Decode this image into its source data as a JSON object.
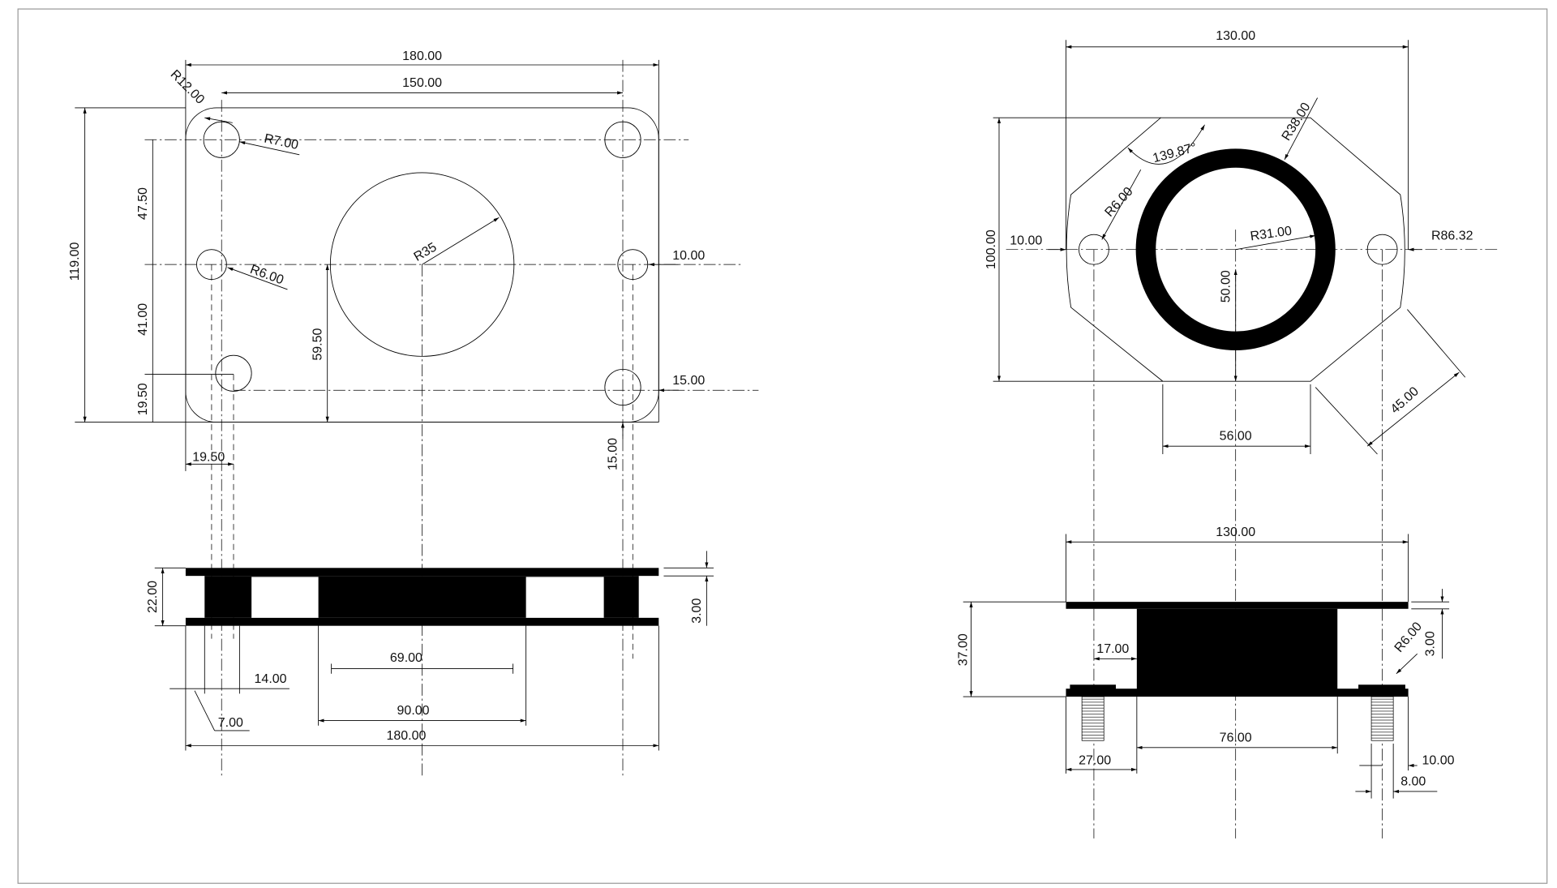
{
  "colors": {
    "line": "#000000",
    "frame": "#999999",
    "background": "#ffffff"
  },
  "left_part": {
    "top_view": {
      "overall_width": "180.00",
      "hole_spacing": "150.00",
      "corner_radius": "R12.00",
      "corner_hole_radius": "R7.00",
      "side_hole_radius": "R6.00",
      "center_hole_radius": "R35",
      "overall_height": "119.00",
      "dim_upper": "47.50",
      "dim_middle": "41.00",
      "dim_lower": "19.50",
      "center_height": "59.50",
      "right_hole_offset": "10.00",
      "bottom_hole_offset": "15.00",
      "bottom_hole_vertical": "15.00",
      "left_hole_offset": "19.50"
    },
    "side_view": {
      "thickness": "22.00",
      "flange_thickness": "3.00",
      "inner_window_span": "69.00",
      "outer_window_span": "90.00",
      "overall_width": "180.00",
      "dim_14": "14.00",
      "dim_7": "7.00"
    }
  },
  "right_part": {
    "top_view": {
      "overall_width": "130.00",
      "overall_height": "100.00",
      "hole_offset": "10.00",
      "side_radius": "R86.32",
      "hole_radius": "R6.00",
      "chamfer_angle": "139.87°",
      "ring_outer_radius": "R38.00",
      "ring_inner_radius": "R31.00",
      "half_height": "50.00",
      "flat_width": "56.00",
      "chamfer_length": "45.00"
    },
    "side_view": {
      "overall_width": "130.00",
      "overall_height": "37.00",
      "dim_17": "17.00",
      "flange_thickness": "3.00",
      "fillet_radius": "R6.00",
      "body_width": "76.00",
      "dim_27": "27.00",
      "dim_10": "10.00",
      "dim_8": "8.00"
    }
  }
}
